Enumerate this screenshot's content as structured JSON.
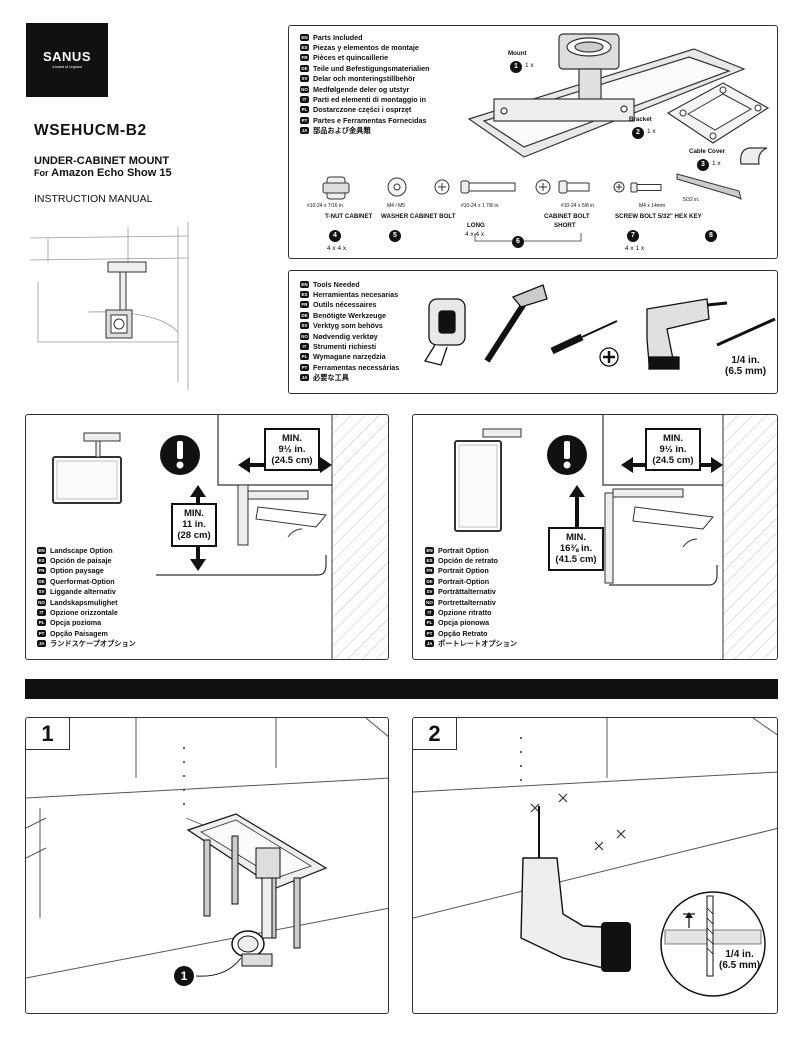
{
  "brand": {
    "name": "SANUS",
    "tagline": "a brand of Legrand"
  },
  "header": {
    "model": "WSEHUCM-B2",
    "product_line1": "UNDER-CABINET MOUNT",
    "product_for": "For",
    "product_line2": "Amazon Echo Show 15",
    "manual": "INSTRUCTION MANUAL"
  },
  "parts": {
    "languages": [
      {
        "code": "EN",
        "text": "Parts Included"
      },
      {
        "code": "ES",
        "text": "Piezas y elementos de montaje"
      },
      {
        "code": "FR",
        "text": "Pièces et quincaillerie"
      },
      {
        "code": "DE",
        "text": "Teile und Befestigungsmaterialien"
      },
      {
        "code": "SV",
        "text": "Delar och monteringstillbehör"
      },
      {
        "code": "NO",
        "text": "Medfølgende deler og utstyr"
      },
      {
        "code": "IT",
        "text": "Parti ed elementi di montaggio in"
      },
      {
        "code": "PL",
        "text": "Dostarczone części i osprzęt"
      },
      {
        "code": "PT",
        "text": "Partes e Ferramentas Fornecidas"
      },
      {
        "code": "JA",
        "text": "部品および金具類"
      }
    ],
    "mount": {
      "label": "Mount",
      "num": "1",
      "qty": "1 x"
    },
    "bracket": {
      "label": "Bracket",
      "num": "2",
      "qty": "1 x"
    },
    "cable_cover": {
      "label": "Cable Cover",
      "num": "3",
      "qty": "1 x"
    },
    "tnut": {
      "label": "T-NUT CABINET",
      "num": "4",
      "qty": "4 x 4 x",
      "size": "#10-24 x 7/16 in."
    },
    "washer": {
      "label": "WASHER CABINET BOLT",
      "num": "5",
      "size": "M4 / M5"
    },
    "bolt_long": {
      "label": "LONG",
      "qty": "4 x 4 x",
      "size": "#10-24 x 1 7/8 in."
    },
    "bolt_short": {
      "label1": "CABINET BOLT",
      "label2": "SHORT",
      "size": "#10-24 x 5/8 in."
    },
    "bolt_num": "6",
    "screw_bolt": {
      "label": "SCREW BOLT 5/32\" HEX KEY",
      "num": "7",
      "qty": "4 x 1 x",
      "size": "M4 x 14mm"
    },
    "hex_key": {
      "num": "8",
      "size": "5/32 in."
    }
  },
  "tools": {
    "languages": [
      {
        "code": "EN",
        "text": "Tools Needed"
      },
      {
        "code": "ES",
        "text": "Herramientas necesarias"
      },
      {
        "code": "FR",
        "text": "Outils nécessaires"
      },
      {
        "code": "DE",
        "text": "Benötigte Werkzeuge"
      },
      {
        "code": "SV",
        "text": "Verktyg som behövs"
      },
      {
        "code": "NO",
        "text": "Nødvendig verktøy"
      },
      {
        "code": "IT",
        "text": "Strumenti richiesti"
      },
      {
        "code": "PL",
        "text": "Wymagane narzędzia"
      },
      {
        "code": "PT",
        "text": "Ferramentas necessárias"
      },
      {
        "code": "JA",
        "text": "必要な工具"
      }
    ],
    "drill_bit_line1": "1/4 in.",
    "drill_bit_line2": "(6.5 mm)"
  },
  "landscape": {
    "languages": [
      {
        "code": "EN",
        "text": "Landscape Option"
      },
      {
        "code": "ES",
        "text": "Opción de paisaje"
      },
      {
        "code": "FR",
        "text": "Option paysage"
      },
      {
        "code": "DE",
        "text": "Querformat-Option"
      },
      {
        "code": "SV",
        "text": "Liggande alternativ"
      },
      {
        "code": "NO",
        "text": "Landskapsmulighet"
      },
      {
        "code": "IT",
        "text": "Opzione orizzontale"
      },
      {
        "code": "PL",
        "text": "Opcja pozioma"
      },
      {
        "code": "PT",
        "text": "Opção Paisagem"
      },
      {
        "code": "JA",
        "text": "ランドスケープオプション"
      }
    ],
    "min_side": {
      "l1": "MIN.",
      "l2": "9½ in.",
      "l3": "(24.5 cm)"
    },
    "min_down": {
      "l1": "MIN.",
      "l2": "11 in.",
      "l3": "(28 cm)"
    }
  },
  "portrait": {
    "languages": [
      {
        "code": "EN",
        "text": "Portrait Option"
      },
      {
        "code": "ES",
        "text": "Opción de retrato"
      },
      {
        "code": "FR",
        "text": "Portrait Option"
      },
      {
        "code": "DE",
        "text": "Portrait-Option"
      },
      {
        "code": "SV",
        "text": "Porträttalternativ"
      },
      {
        "code": "NO",
        "text": "Portrettalternativ"
      },
      {
        "code": "IT",
        "text": "Opzione ritratto"
      },
      {
        "code": "PL",
        "text": "Opcja pionowa"
      },
      {
        "code": "PT",
        "text": "Opção Retrato"
      },
      {
        "code": "JA",
        "text": "ポートレートオプション"
      }
    ],
    "min_side": {
      "l1": "MIN.",
      "l2": "9½ in.",
      "l3": "(24.5 cm)"
    },
    "min_down": {
      "l1": "MIN.",
      "l2": "16⅜ in.",
      "l3": "(41.5 cm)"
    }
  },
  "steps": [
    {
      "num": "1",
      "callout": "1"
    },
    {
      "num": "2",
      "drill_line1": "1/4 in.",
      "drill_line2": "(6.5 mm)"
    }
  ]
}
